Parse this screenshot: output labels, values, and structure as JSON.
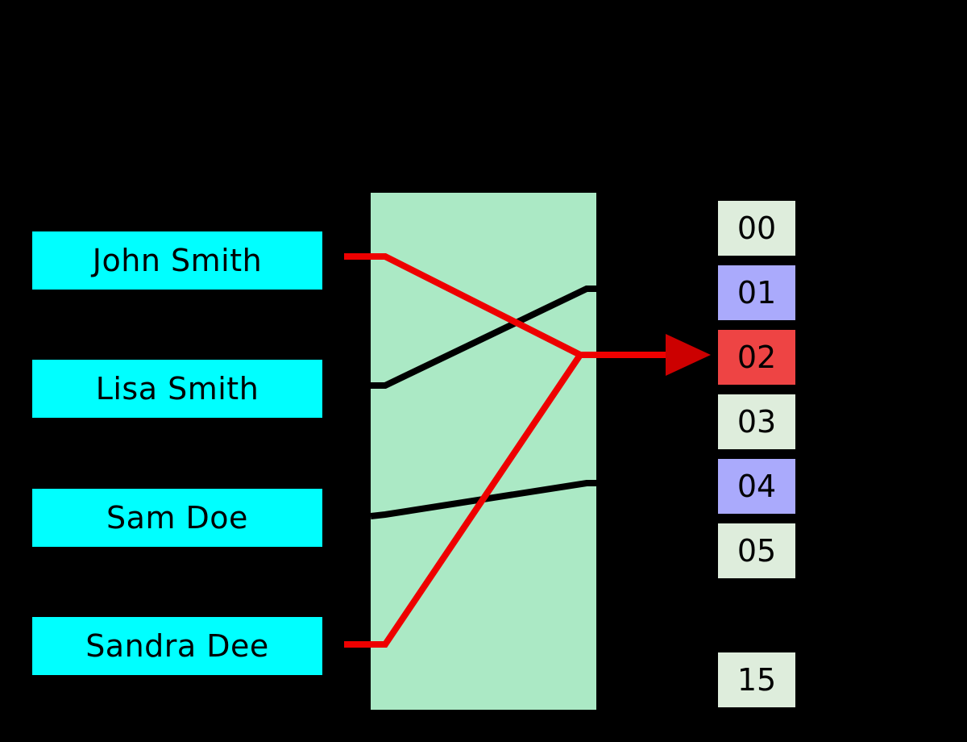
{
  "diagram": {
    "type": "hash-table-collision",
    "title": "Hash table collision diagram",
    "colors": {
      "background": "#000000",
      "key_box": "#00FFFF",
      "hash_panel": "#ABE9C5",
      "bucket_empty": "#DEEDDC",
      "bucket_filled": "#AAAAFC",
      "bucket_collision": "#EE4444",
      "collision_wire": "#EE0000",
      "normal_wire": "#000000"
    }
  },
  "keys": [
    {
      "label": "John Smith",
      "wire": "collision"
    },
    {
      "label": "Lisa Smith",
      "wire": "normal"
    },
    {
      "label": "Sam Doe",
      "wire": "normal"
    },
    {
      "label": "Sandra Dee",
      "wire": "collision"
    }
  ],
  "hash_function": {
    "label": ""
  },
  "buckets": [
    {
      "index": "00",
      "state": "empty"
    },
    {
      "index": "01",
      "state": "filled"
    },
    {
      "index": "02",
      "state": "target"
    },
    {
      "index": "03",
      "state": "empty"
    },
    {
      "index": "04",
      "state": "filled"
    },
    {
      "index": "05",
      "state": "empty"
    },
    {
      "index": "15",
      "state": "empty"
    }
  ],
  "arrow": {
    "name": "collision-arrow",
    "points_to": "02"
  }
}
